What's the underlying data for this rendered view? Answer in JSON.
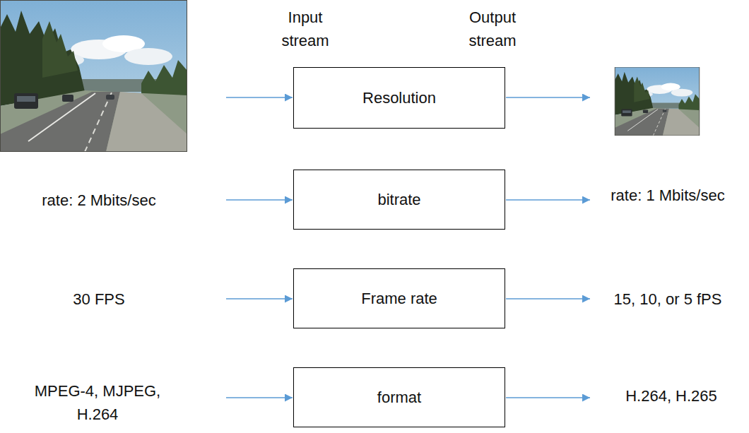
{
  "diagram": {
    "nodes": [
      {
        "text": [
          "Resolution"
        ]
      },
      {
        "text": [
          "bitrate"
        ]
      },
      {
        "text": [
          "Frame rate"
        ]
      },
      {
        "text": [
          "format"
        ]
      }
    ],
    "labels": [
      "Input stream",
      "Output stream",
      "rate: 2 Mbits/sec",
      "rate: 1 Mbits/sec",
      "30 FPS",
      "15, 10, or 5 fPS",
      "MPEG-4, MJPEG, H.264",
      "H.264, H.265"
    ]
  }
}
